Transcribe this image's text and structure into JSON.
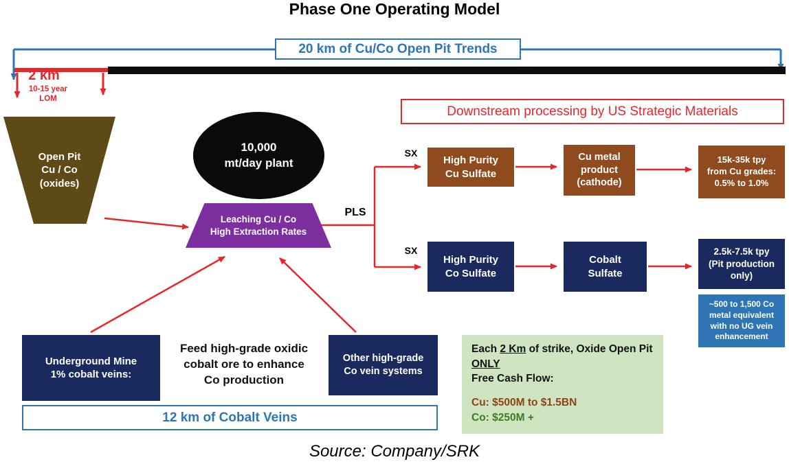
{
  "title": "Phase One Operating Model",
  "source": "Source: Company/SRK",
  "colors": {
    "accent_blue": "#2e75b6",
    "accent_red": "#e8262a",
    "navy": "#1b2a5e",
    "brown": "#8f4a1d",
    "purple": "#7d2fa0",
    "pit_brown": "#5d4a16",
    "note_blue": "#2e75b6",
    "cash_bg_green": "#cfe4c0",
    "cu_text": "#8c4318",
    "co_text": "#3c7d21"
  },
  "top_banner": {
    "label": "20 km of Cu/Co Open Pit Trends"
  },
  "pit_bracket": {
    "distance": "2 km",
    "lom": "10-15 year\nLOM"
  },
  "open_pit": {
    "label": "Open Pit\nCu / Co\n(oxides)"
  },
  "plant": {
    "label": "10,000\nmt/day plant"
  },
  "leaching": {
    "label": "Leaching Cu / Co\nHigh Extraction Rates"
  },
  "downstream_banner": {
    "label": "Downstream processing by US Strategic Materials"
  },
  "labels": {
    "pls": "PLS",
    "sx_top": "SX",
    "sx_bottom": "SX"
  },
  "cu_chain": {
    "sulfate": "High Purity\nCu Sulfate",
    "product": "Cu metal\nproduct\n(cathode)",
    "tonnage": "15k-35k tpy\nfrom Cu grades:\n0.5% to 1.0%"
  },
  "co_chain": {
    "sulfate": "High Purity\nCo Sulfate",
    "product": "Cobalt\nSulfate",
    "tonnage": "2.5k-7.5k tpy\n(Pit production\nonly)"
  },
  "co_note": "~500 to 1,500 Co\nmetal equivalent\nwith no UG vein\nenhancement",
  "underground": "Underground Mine\n1% cobalt veins:",
  "feed_note": "Feed high-grade oxidic\ncobalt ore to enhance\nCo production",
  "other_veins": "Other high-grade\nCo vein systems",
  "cobalt_banner": {
    "label": "12 km of Cobalt Veins"
  },
  "cash_flow": {
    "each_prefix": "Each ",
    "strike_underlined": "2 Km",
    "strike_rest": " of strike, Oxide Open Pit",
    "only": "ONLY",
    "free_cash": "Free Cash Flow:",
    "cu_line": "Cu: $500M to $1.5BN",
    "co_line": "Co: $250M +"
  }
}
